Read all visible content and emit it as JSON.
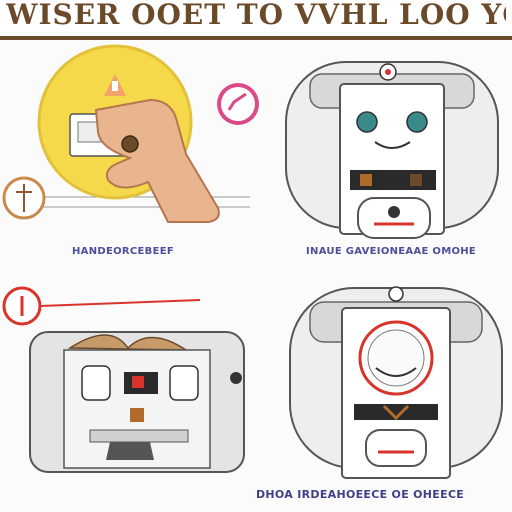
{
  "header": {
    "title": "WISER OOET TO VVHL LOO YO BOA FLAL"
  },
  "panels": [
    {
      "caption": "HANDEORCEBEEF"
    },
    {
      "caption": "INAUE GAVEIONEAAE OMOHE"
    },
    {
      "caption": ""
    },
    {
      "caption": "DHOA IRDEAHOEECE OE OHEECE"
    }
  ],
  "colors": {
    "brown": "#6b4a2a",
    "yellow": "#f6d94a",
    "pink": "#d94a86",
    "red": "#d9342b",
    "grey": "#d9d9d9",
    "navy": "#3f3f8a"
  }
}
